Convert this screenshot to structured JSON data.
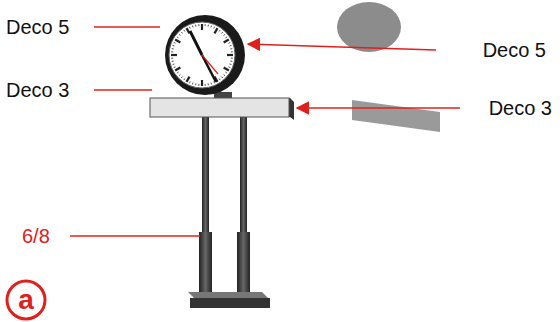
{
  "diagram": {
    "labels": [
      "Deco 5",
      "Deco 5",
      "Deco 3",
      "Deco 3",
      "6/8",
      "a"
    ]
  }
}
